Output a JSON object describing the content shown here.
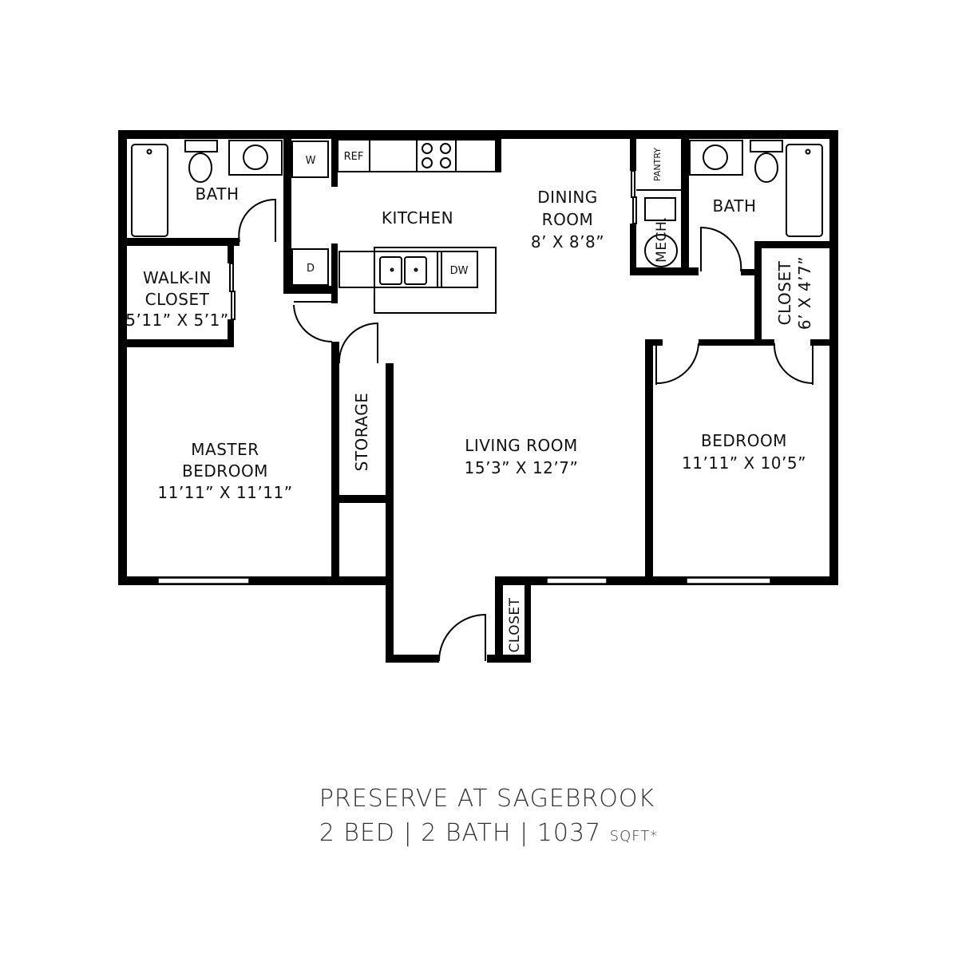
{
  "property_name": "PRESERVE AT SAGEBROOK",
  "summary": {
    "beds": "2 BED",
    "baths": "2 BATH",
    "sqft": "1037",
    "sqft_unit": "SQFT*",
    "separator": "|"
  },
  "rooms": {
    "master_bath": {
      "name": "BATH"
    },
    "walk_in_closet": {
      "name1": "WALK-IN",
      "name2": "CLOSET",
      "size": "5’11” X 5’1”"
    },
    "master_bedroom": {
      "name1": "MASTER",
      "name2": "BEDROOM",
      "size": "11’11” X 11’11”"
    },
    "kitchen": {
      "name": "KITCHEN"
    },
    "dining_room": {
      "name1": "DINING",
      "name2": "ROOM",
      "size": "8’ X 8’8”"
    },
    "pantry": {
      "name": "PANTRY"
    },
    "mech": {
      "name": "MECH."
    },
    "bath": {
      "name": "BATH"
    },
    "closet_bedroom": {
      "name": "CLOSET",
      "size": "6’ X 4’7”"
    },
    "bedroom": {
      "name": "BEDROOM",
      "size": "11’11” X 10’5”"
    },
    "living_room": {
      "name": "LIVING ROOM",
      "size": "15’3” X 12’7”"
    },
    "storage": {
      "name": "STORAGE"
    },
    "entry_closet": {
      "name": "CLOSET"
    }
  },
  "appliances": {
    "washer": "W",
    "dryer": "D",
    "refrigerator": "REF",
    "dishwasher": "DW"
  }
}
